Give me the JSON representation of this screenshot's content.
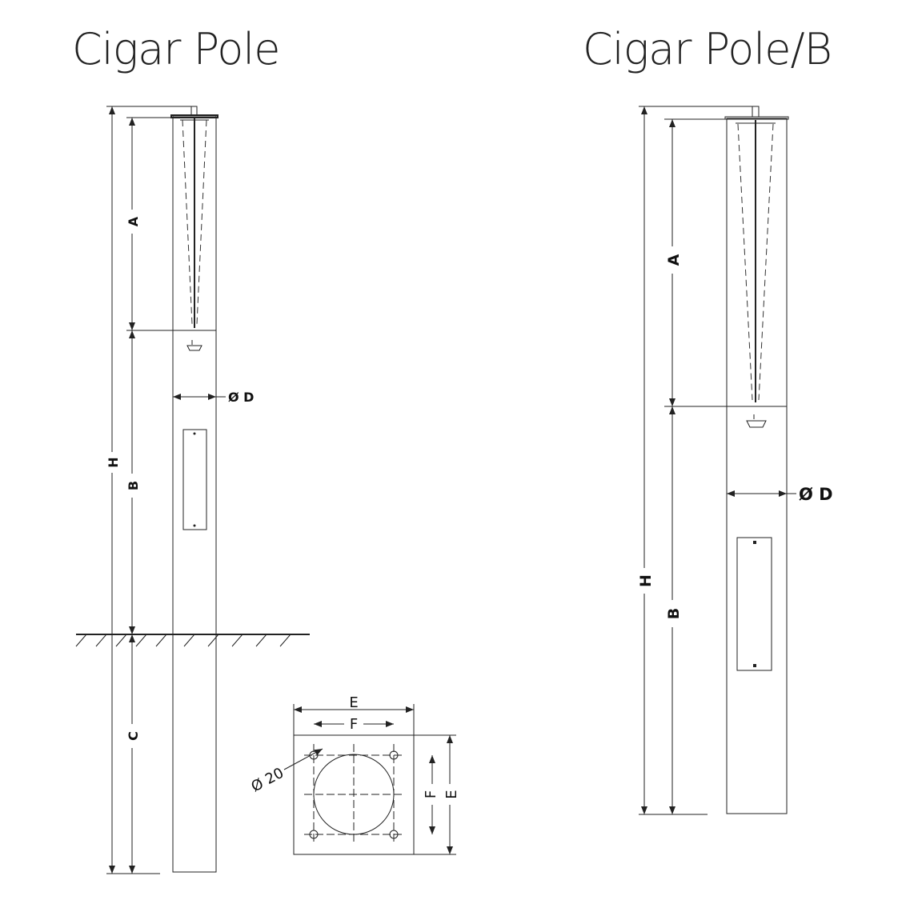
{
  "titles": {
    "left": "Cigar Pole",
    "right": "Cigar Pole/B"
  },
  "left_pole": {
    "A": "A",
    "B": "B",
    "C": "C",
    "H": "H",
    "diameter": "Ø D"
  },
  "right_pole": {
    "A": "A",
    "B": "B",
    "H": "H",
    "diameter": "Ø D"
  },
  "base_plate": {
    "E_top": "E",
    "F_top": "F",
    "F_side": "F",
    "E_side": "E",
    "hole": "Ø 20"
  }
}
